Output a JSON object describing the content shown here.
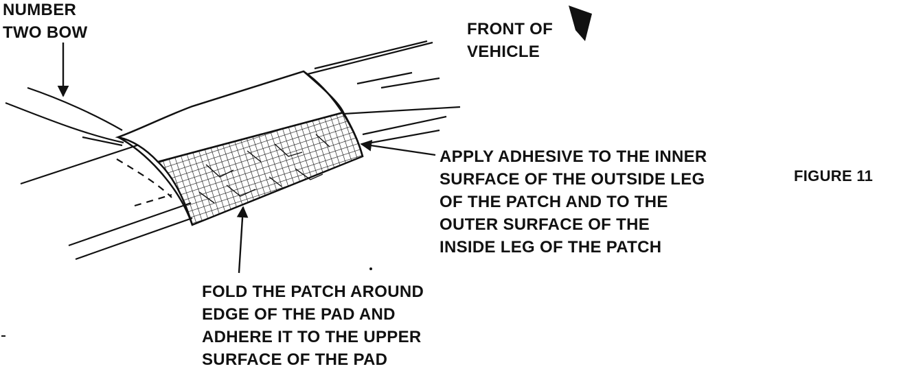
{
  "labels": {
    "bow": [
      "NUMBER",
      "TWO BOW"
    ],
    "front": [
      "FRONT OF",
      "VEHICLE"
    ],
    "adhesive": [
      "APPLY ADHESIVE TO THE INNER",
      "SURFACE OF THE OUTSIDE LEG",
      "OF THE PATCH AND TO THE",
      "OUTER SURFACE OF THE",
      "INSIDE LEG OF THE PATCH"
    ],
    "fold": [
      "FOLD THE PATCH AROUND",
      "EDGE OF THE PAD AND",
      "ADHERE IT TO THE UPPER",
      "SURFACE OF THE PAD"
    ],
    "figure": "FIGURE 11"
  },
  "colors": {
    "ink": "#111111",
    "background": "#ffffff"
  }
}
